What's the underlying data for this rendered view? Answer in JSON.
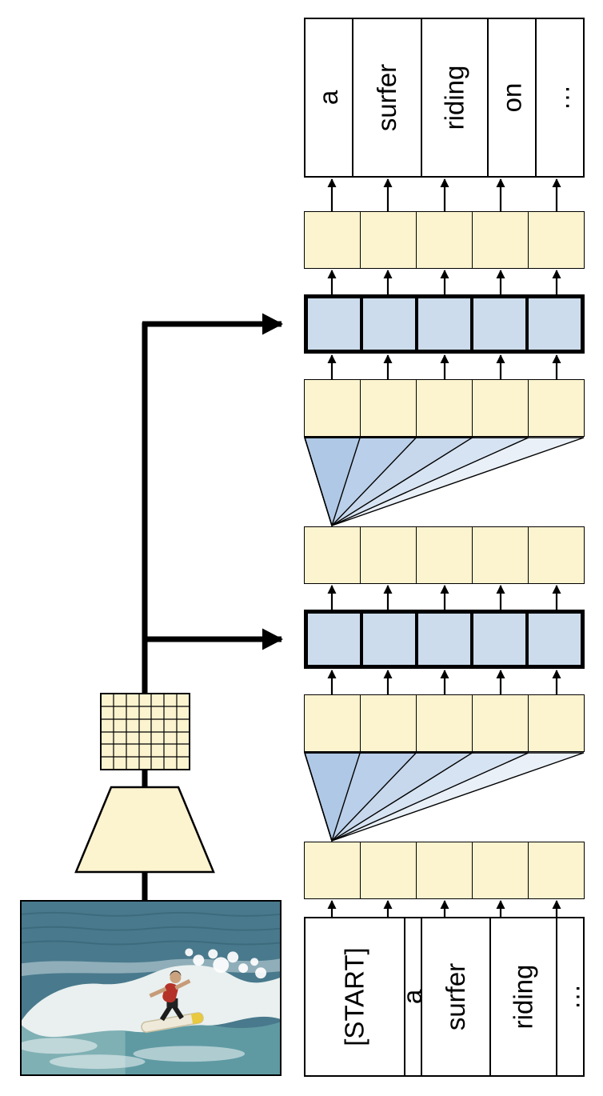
{
  "tokens": {
    "input": [
      "[START]",
      "a",
      "surfer",
      "riding",
      "…"
    ],
    "output": [
      "a",
      "surfer",
      "riding",
      "on",
      "…"
    ]
  },
  "colors": {
    "embedding_fill": "#fcf3cf",
    "cross_attention_fill": "#ccdcec",
    "attention_fan_fill": "#7fa8d4",
    "token_box_fill": "#ffffff",
    "line_color": "#000000"
  }
}
